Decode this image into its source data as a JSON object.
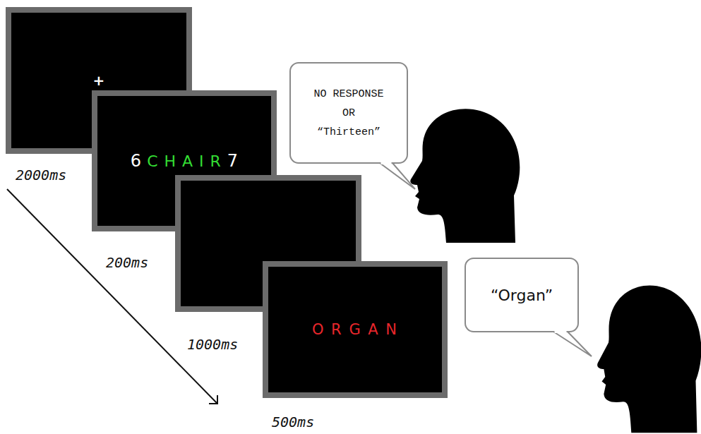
{
  "diagram": {
    "nodes": [
      {
        "text": [
          "+"
        ]
      },
      {
        "text": [
          "6",
          "C H A I R",
          "7"
        ]
      },
      {
        "text": [
          "NO RESPONSE",
          "OR",
          "“Thirteen”"
        ]
      },
      {
        "text": [
          "O R G A N"
        ]
      },
      {
        "text": [
          "“Organ”"
        ]
      }
    ],
    "labels": [
      "2000ms",
      "200ms",
      "1000ms",
      "500ms"
    ]
  }
}
